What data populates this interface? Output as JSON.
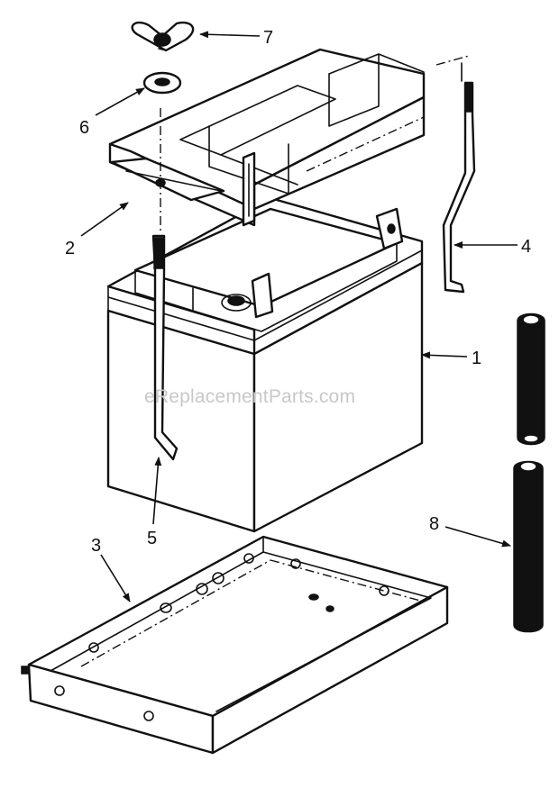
{
  "watermark": "eReplacementParts.com",
  "callouts": {
    "c1": "1",
    "c2": "2",
    "c3": "3",
    "c4": "4",
    "c5": "5",
    "c6": "6",
    "c7": "7",
    "c8": "8"
  },
  "colors": {
    "ink": "#111111",
    "paper": "#ffffff",
    "watermark": "#c8c8c8"
  }
}
